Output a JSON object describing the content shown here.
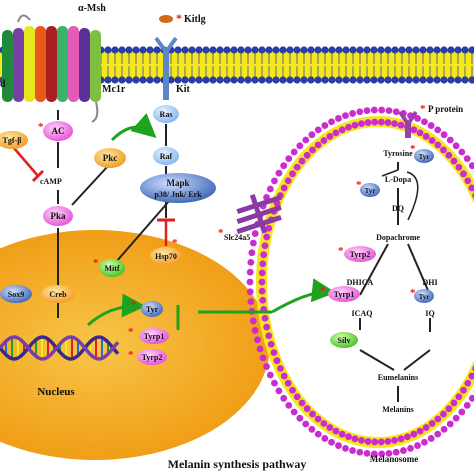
{
  "title": "Melanin synthesis pathway",
  "signals": {
    "alpha_msh": "α-Msh",
    "kitlg": "Kitlg",
    "star": "*"
  },
  "receptors": {
    "mc1r": "Mc1r",
    "kit": "Kit",
    "cut_left": "d"
  },
  "cytoplasm": {
    "tgf": "Tgf-β",
    "ac": "AC",
    "camp": "cAMP",
    "pka": "Pka",
    "pkc": "Pkc",
    "ras": "Ras",
    "raf": "Raf",
    "mapk_1": "Mapk",
    "mapk_2": "p38/ Jnk/ Erk",
    "hsp70": "Hsp70",
    "mitf": "Mitf",
    "slc24a5": "Slc24a5"
  },
  "nucleus": {
    "label": "Nucleus",
    "sox": "Sox9",
    "creb": "Creb",
    "tyr": "Tyr",
    "tyrp1": "Tyrp1",
    "tyrp2": "Tyrp2"
  },
  "melanosome": {
    "label": "Melanosome",
    "p_protein": "P protein",
    "tyrosine": "Tyrosine",
    "ldopa": "L-Dopa",
    "tyr_a": "Tyr",
    "tyr_b": "Tyr",
    "dq": "DQ",
    "dopachrome": "Dopachrome",
    "tyrp2": "Tyrp2",
    "tyrp1": "Tyrp1",
    "dhica": "DHICA",
    "dhi": "DHI",
    "tyr_c": "Tyr",
    "icaq": "ICAQ",
    "iq": "IQ",
    "silv": "Silv",
    "eumelanins": "Eumelanins",
    "melanins": "Melanins"
  },
  "colors": {
    "membrane_blue": "#2b3ea8",
    "membrane_yellow": "#f4e71c",
    "melanosome_magenta": "#cc2bd0",
    "nucleus_orange": "#f2a81e",
    "protein_pink": "#f26fe6",
    "protein_blue": "#5d86c9",
    "arrow_green": "#1fa31f",
    "inhibit_red": "#e0201c"
  }
}
